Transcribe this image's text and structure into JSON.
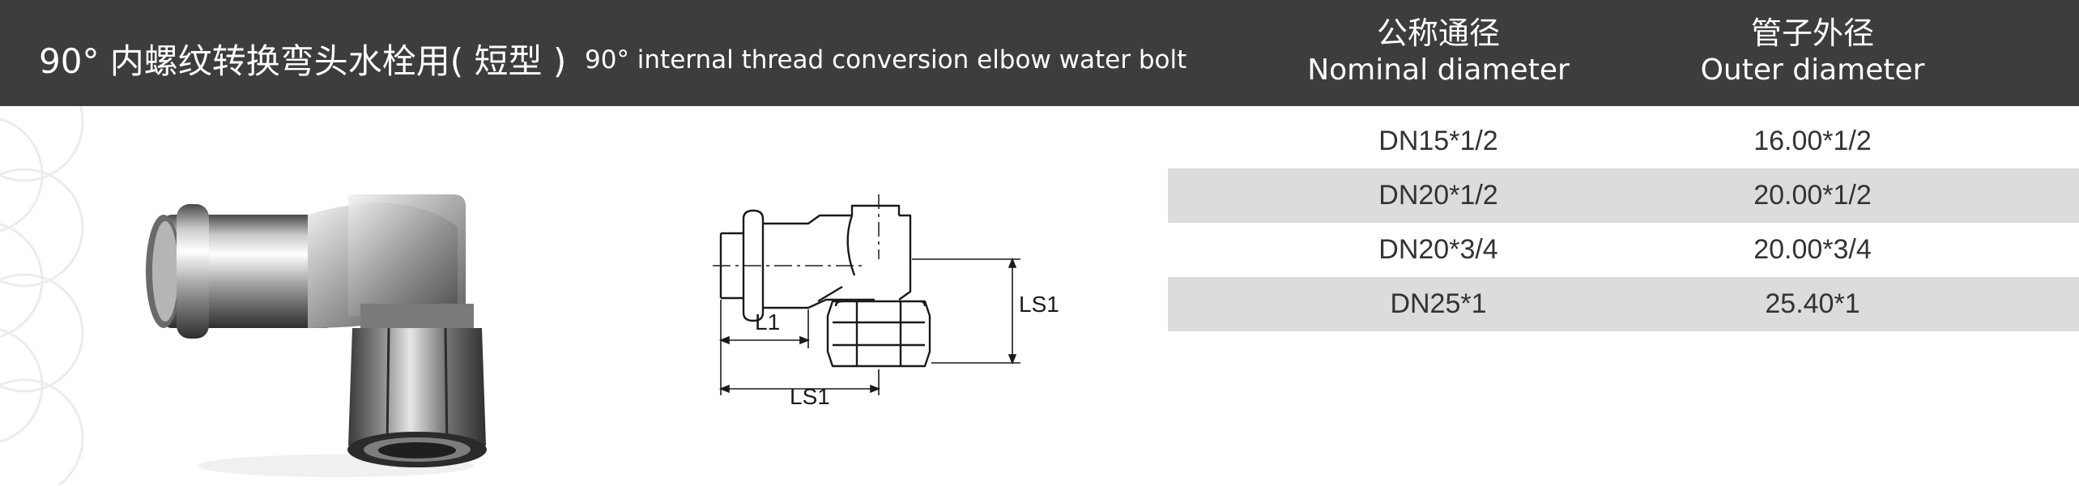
{
  "header": {
    "title_cn": "90° 内螺纹转换弯头水栓用( 短型 )",
    "title_en": "90°   internal thread conversion elbow water bolt"
  },
  "table": {
    "columns": [
      {
        "cn": "公称通径",
        "en": "Nominal diameter"
      },
      {
        "cn": "管子外径",
        "en": "Outer diameter"
      }
    ],
    "rows": [
      {
        "nominal": "DN15*1/2",
        "outer": "16.00*1/2"
      },
      {
        "nominal": "DN20*1/2",
        "outer": "20.00*1/2"
      },
      {
        "nominal": "DN20*3/4",
        "outer": "20.00*3/4"
      },
      {
        "nominal": "DN25*1",
        "outer": "25.40*1"
      }
    ]
  },
  "drawing": {
    "label_l1": "L1",
    "label_ls1_side": "LS1",
    "label_ls1_bottom": "LS1"
  },
  "colors": {
    "header_bg": "#3d3d3d",
    "row_shade": "#dcdcdc",
    "text": "#333333"
  }
}
